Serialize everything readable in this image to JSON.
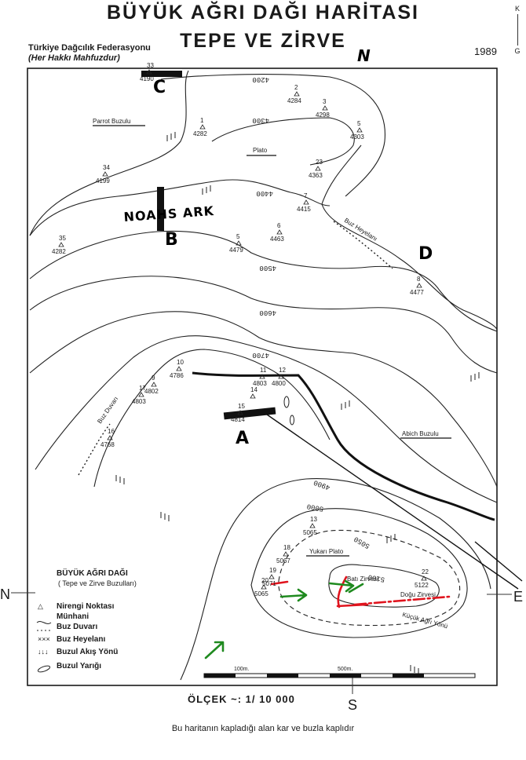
{
  "title": "BÜYÜK AĞRI DAĞI HARİTASI",
  "subtitle": "TEPE VE ZİRVE",
  "federation": "Türkiye Dağcılık Federasyonu",
  "rights": "(Her Hakkı Mahfuzdur)",
  "year": "1989",
  "corner_mark": [
    "K",
    "G"
  ],
  "compass": {
    "north": "N",
    "south": "S",
    "east": "E",
    "west": "N"
  },
  "scale": {
    "label": "ÖLÇEK ~:  1/ 10 000",
    "bar_left": "100m.",
    "bar_right": "500m."
  },
  "footer": "Bu haritanın kapladığı alan kar ve buzla kaplıdır",
  "place_labels": {
    "parrot": "Parrot Buzulu",
    "plato": "Plato",
    "biz_heyelani": "Buz Heyelanı",
    "abich": "Abich Buzulu",
    "buz_duvari": "Buz Duvarı",
    "yukari_plato": "Yukarı Plato",
    "bati_zirvesi": "Batı Zirvesi",
    "dogu_zirvesi": "Doğu Zirvesi",
    "kucuk_agri_yonu": "Küçük Ağrı Yönü",
    "noahs_ark": "NOAHS ARK"
  },
  "markers": {
    "A": "A",
    "B": "B",
    "C": "C",
    "D": "D"
  },
  "contours": {
    "c4200": "4200",
    "c4300": "4300",
    "c4400": "4400",
    "c4500": "4500",
    "c4600": "4600",
    "c4700": "4700",
    "c4900": "4900",
    "c5000": "5000",
    "c5050": "5050",
    "c5100": "5100"
  },
  "peaks": [
    {
      "num": "33",
      "elev": "4190"
    },
    {
      "num": "1",
      "elev": "4282"
    },
    {
      "num": "2",
      "elev": "4284"
    },
    {
      "num": "3",
      "elev": "4298"
    },
    {
      "num": "5",
      "elev": "4303"
    },
    {
      "num": "23",
      "elev": "4363"
    },
    {
      "num": "34",
      "elev": "4199"
    },
    {
      "num": "7",
      "elev": "4415"
    },
    {
      "num": "6",
      "elev": "4463"
    },
    {
      "num": "5",
      "elev": "4479"
    },
    {
      "num": "35",
      "elev": "4282"
    },
    {
      "num": "8",
      "elev": "4477"
    },
    {
      "num": "10",
      "elev": "4786"
    },
    {
      "num": "9",
      "elev": "4802"
    },
    {
      "num": "17",
      "elev": "4803"
    },
    {
      "num": "11",
      "elev": "4803"
    },
    {
      "num": "12",
      "elev": "4800"
    },
    {
      "num": "14",
      "elev": ""
    },
    {
      "num": "15",
      "elev": "4814"
    },
    {
      "num": "16",
      "elev": "4768"
    },
    {
      "num": "13",
      "elev": "5065"
    },
    {
      "num": "18",
      "elev": "5067"
    },
    {
      "num": "19",
      "elev": "5071"
    },
    {
      "num": "20",
      "elev": "5065"
    },
    {
      "num": "22",
      "elev": "5122"
    }
  ],
  "legend": {
    "title": "BÜYÜK AĞRI DAĞI",
    "subtitle": "( Tepe ve Zirve Buzulları)",
    "items": [
      {
        "symbol": "△",
        "label": "Nirengi Noktası"
      },
      {
        "symbol": "〜",
        "label": "Münhani"
      },
      {
        "symbol": "---",
        "label": "Buz Duvarı"
      },
      {
        "symbol": "×××",
        "label": "Buz Heyelanı"
      },
      {
        "symbol": "↓↓↓",
        "label": "Buzul Akış Yönü"
      },
      {
        "symbol": "⬭",
        "label": "Buzul Yarığı"
      }
    ]
  },
  "colors": {
    "ink": "#1a1a1a",
    "annotation_red": "#e0141e",
    "annotation_green": "#1f8a1f",
    "paper": "#ffffff"
  }
}
